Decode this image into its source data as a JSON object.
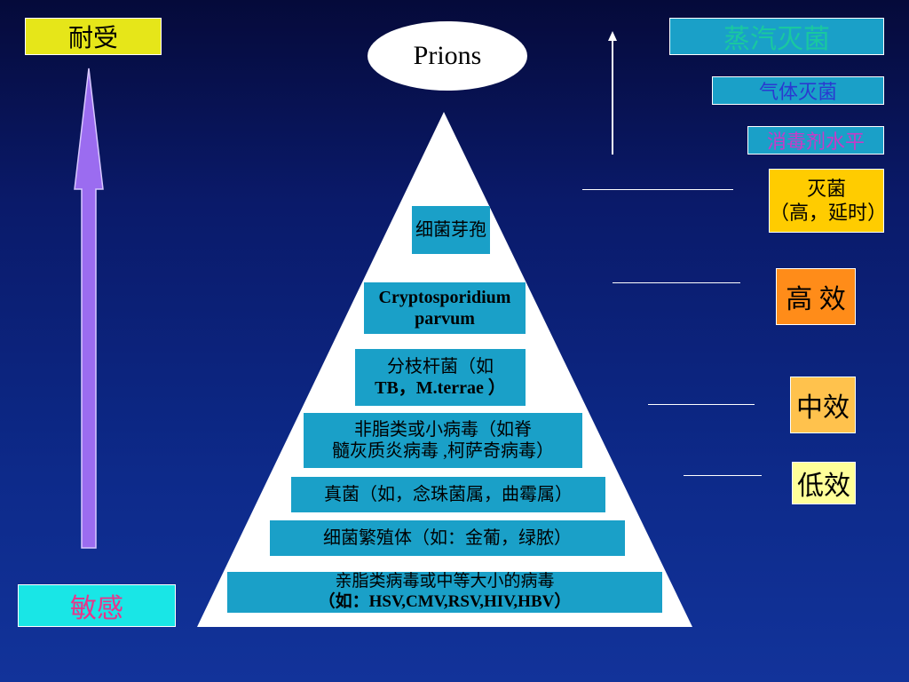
{
  "left_scale": {
    "top_label": "耐受",
    "bottom_label": "敏感"
  },
  "apex": {
    "label": "Prions"
  },
  "pyramid": {
    "layers": [
      {
        "line1": "细菌芽孢",
        "line2": ""
      },
      {
        "line1": "Cryptosporidium",
        "line2": "parvum"
      },
      {
        "line1": "分枝杆菌（如",
        "line2": "TB，M.terrae ）"
      },
      {
        "line1": "非脂类或小病毒（如脊",
        "line2": "髓灰质炎病毒 ,柯萨奇病毒）"
      },
      {
        "line1": "真菌（如，念珠菌属，曲霉属）",
        "line2": ""
      },
      {
        "line1": "细菌繁殖体（如：金葡，绿脓）",
        "line2": ""
      },
      {
        "line1": "亲脂类病毒或中等大小的病毒",
        "line2": "（如：HSV,CMV,RSV,HIV,HBV）"
      }
    ]
  },
  "right_scale": {
    "steam": "蒸汽灭菌",
    "gas": "气体灭菌",
    "disinfectant_level": "消毒剂水平",
    "sterilization": {
      "line1": "灭菌",
      "line2": "（高，延时）"
    },
    "high": "高 效",
    "medium": "中效",
    "low": "低效"
  },
  "colors": {
    "background": "#0a1a6a",
    "layer_fill": "#1aa0c8",
    "top_label_fill": "#e6e619",
    "bottom_label_fill": "#19e6e6",
    "arrow_fill": "#9b6cf0",
    "sterilization_fill": "#ffcc00",
    "high_fill": "#ff8c19",
    "medium_fill": "#ffc24d",
    "low_fill": "#ffff99"
  }
}
